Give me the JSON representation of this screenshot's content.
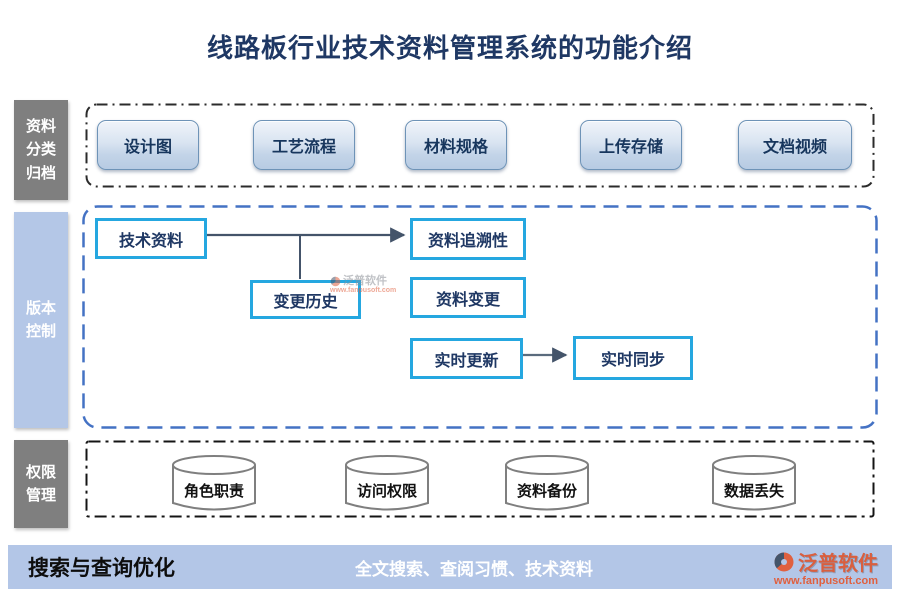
{
  "title": "线路板行业技术资料管理系统的功能介绍",
  "sidebar": {
    "archive_label": "资料分类归档",
    "version_label": "版本控制",
    "permission_label": "权限管理"
  },
  "archive_section": {
    "items": [
      {
        "label": "设计图"
      },
      {
        "label": "工艺流程"
      },
      {
        "label": "材料规格"
      },
      {
        "label": "上传存储"
      },
      {
        "label": "文档视频"
      }
    ]
  },
  "version_section": {
    "nodes": [
      {
        "label": "技术资料"
      },
      {
        "label": "资料追溯性"
      },
      {
        "label": "变更历史"
      },
      {
        "label": "资料变更"
      },
      {
        "label": "实时更新"
      },
      {
        "label": "实时同步"
      }
    ],
    "watermark": {
      "text": "泛普软件",
      "url": "www.fanpusoft.com"
    }
  },
  "permission_section": {
    "items": [
      {
        "label": "角色职责"
      },
      {
        "label": "访问权限"
      },
      {
        "label": "资料备份"
      },
      {
        "label": "数据丢失"
      }
    ]
  },
  "footer": {
    "left_label": "搜索与查询优化",
    "center_text": "全文搜索、查阅习惯、技术资料",
    "logo_text": "泛普软件",
    "logo_url": "www.fanpusoft.com"
  },
  "colors": {
    "title_navy": "#1f3864",
    "flow_border_blue": "#25a7e0",
    "container_dash_blue": "#4472c4",
    "sidebar_gray": "#7f7f7f",
    "sidebar_light_blue": "#b4c7e7",
    "footer_bg": "#b3c6e7",
    "brand_red": "#d95f3f"
  }
}
